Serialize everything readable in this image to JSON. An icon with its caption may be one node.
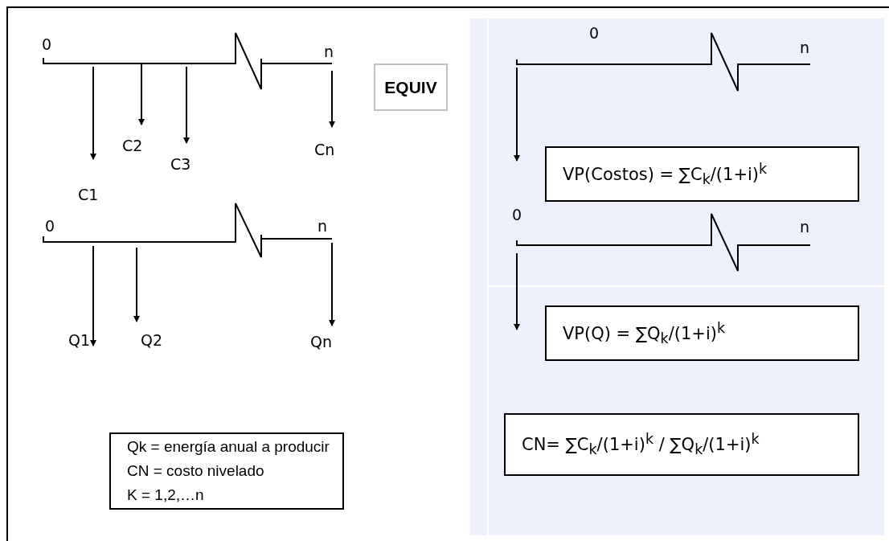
{
  "diagram": {
    "nodes": [
      {
        "text": [
          "EQUIV"
        ]
      },
      {
        "text": [
          "VP(Costos) = ∑C$_{k}$/(1+i)$^{k}$"
        ]
      },
      {
        "text": [
          "VP(Q) = ∑Q$_{k}$/(1+i)$^{k}$"
        ]
      },
      {
        "text": [
          "CN= ∑C$_{k}$/(1+i)$^{k}$ / ∑Q$_{k}$/(1+i)$^{k}$"
        ]
      },
      {
        "text": [
          "Qk = energía anual a producir",
          "CN = costo nivelado",
          "K = 1,2,…n"
        ]
      }
    ],
    "labels": [
      "0",
      "n",
      "C2",
      "C3",
      "Cn",
      "C1",
      "0",
      "n",
      "Q1",
      "Q2",
      "Qn",
      "0",
      "n",
      "0",
      "n"
    ]
  }
}
